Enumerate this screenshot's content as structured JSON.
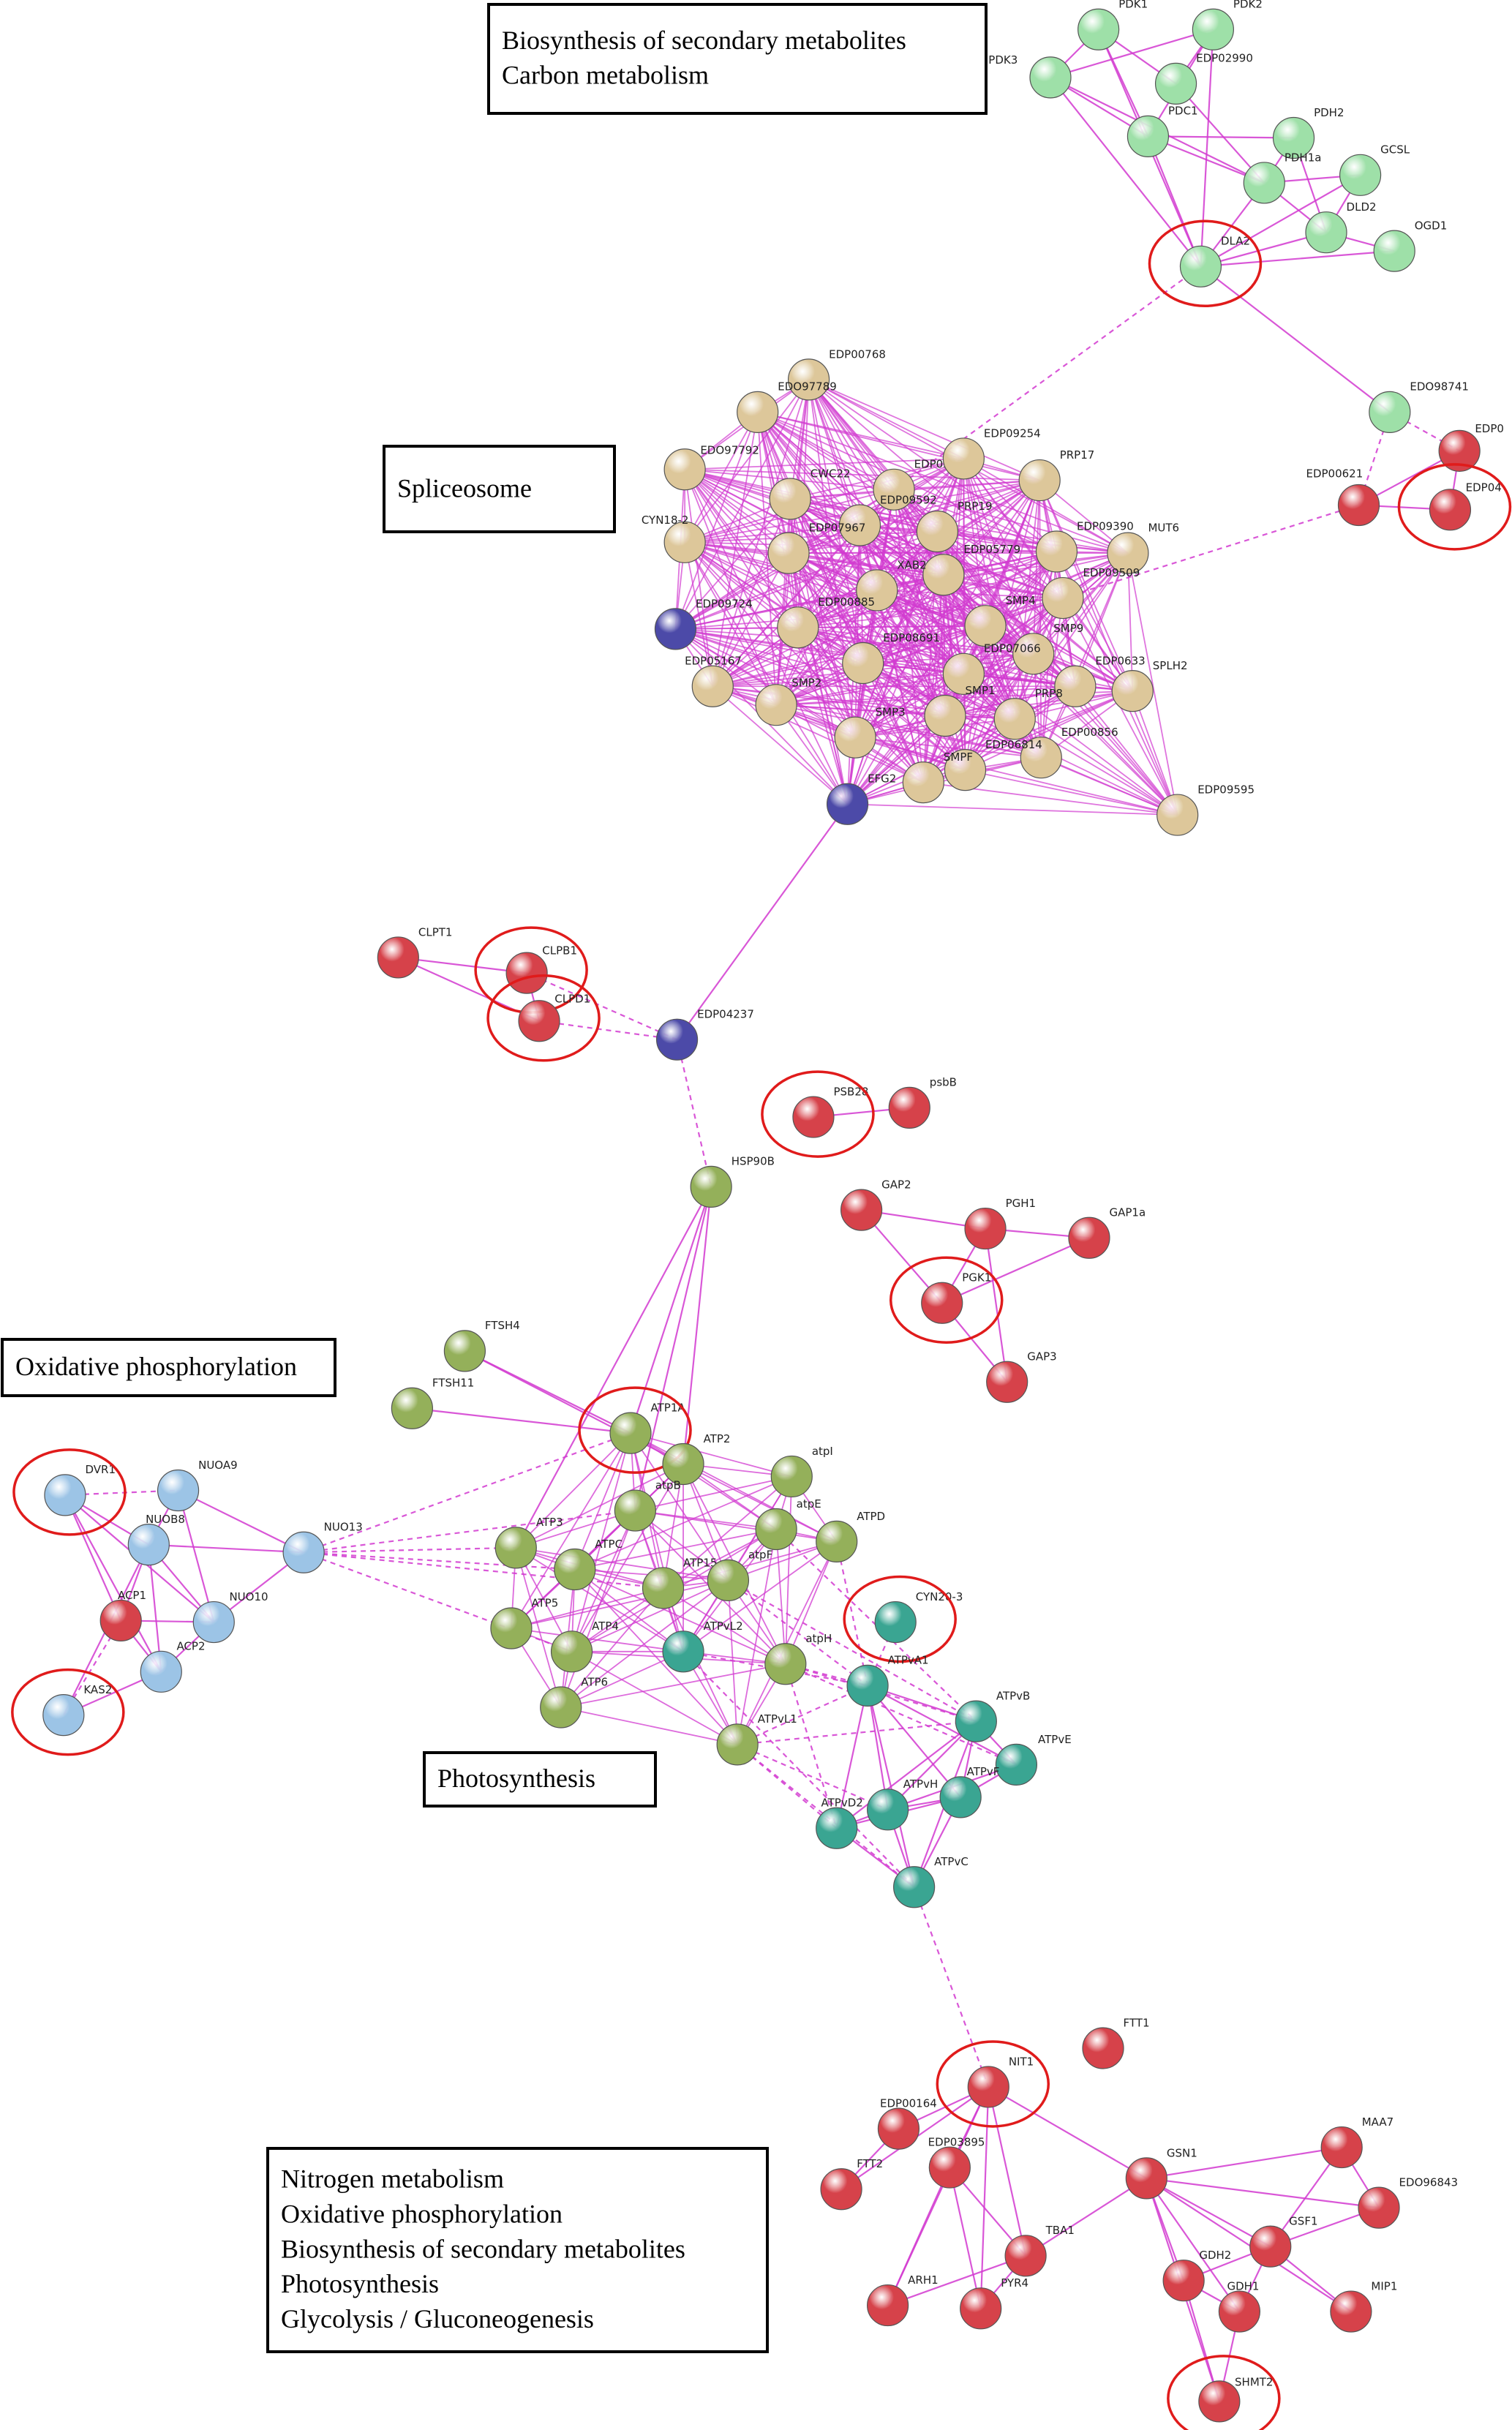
{
  "colors": {
    "edge": "#d23ad0",
    "highlight": "#e01b1b",
    "green": "#9ee0a8",
    "tan": "#ddc79a",
    "purple": "#4c4aa8",
    "red": "#d6424a",
    "olive": "#94b05a",
    "blue": "#9cc4e6",
    "teal": "#3aa592"
  },
  "boxes": [
    {
      "id": "b1",
      "lines": [
        "Biosynthesis of secondary metabolites",
        "Carbon metabolism"
      ]
    },
    {
      "id": "b2",
      "lines": [
        "Spliceosome"
      ]
    },
    {
      "id": "b3",
      "lines": [
        "Oxidative phosphorylation"
      ]
    },
    {
      "id": "b4",
      "lines": [
        "Photosynthesis"
      ]
    },
    {
      "id": "b5",
      "lines": [
        "Nitrogen metabolism",
        "Oxidative phosphorylation",
        "Biosynthesis of secondary metabolites",
        "Photosynthesis",
        "Glycolysis / Gluconeogenesis"
      ]
    }
  ],
  "nodes": [
    {
      "id": "PDK1",
      "label": "PDK1",
      "color": "green"
    },
    {
      "id": "PDK2",
      "label": "PDK2",
      "color": "green"
    },
    {
      "id": "PDK3",
      "label": "PDK3",
      "color": "green"
    },
    {
      "id": "EDP02990",
      "label": "EDP02990",
      "color": "green"
    },
    {
      "id": "PDC1",
      "label": "PDC1",
      "color": "green"
    },
    {
      "id": "PDH2",
      "label": "PDH2",
      "color": "green"
    },
    {
      "id": "PDH1a",
      "label": "PDH1a",
      "color": "green"
    },
    {
      "id": "GCSL",
      "label": "GCSL",
      "color": "green"
    },
    {
      "id": "DLD2",
      "label": "DLD2",
      "color": "green"
    },
    {
      "id": "OGD1",
      "label": "OGD1",
      "color": "green"
    },
    {
      "id": "DLA2",
      "label": "DLA2",
      "color": "green",
      "highlight": true
    },
    {
      "id": "EDO98741",
      "label": "EDO98741",
      "color": "green"
    },
    {
      "id": "EDP0",
      "label": "EDP0",
      "color": "red"
    },
    {
      "id": "EDP00621",
      "label": "EDP00621",
      "color": "red"
    },
    {
      "id": "EDP04",
      "label": "EDP04",
      "color": "red",
      "highlight": true
    },
    {
      "id": "EDP00768",
      "label": "EDP00768",
      "color": "tan"
    },
    {
      "id": "EDO97789",
      "label": "EDO97789",
      "color": "tan"
    },
    {
      "id": "EDO97792",
      "label": "EDO97792",
      "color": "tan"
    },
    {
      "id": "CWC22",
      "label": "CWC22",
      "color": "tan"
    },
    {
      "id": "EDP03322",
      "label": "EDP03322",
      "color": "tan"
    },
    {
      "id": "EDP09254",
      "label": "EDP09254",
      "color": "tan"
    },
    {
      "id": "PRP17",
      "label": "PRP17",
      "color": "tan"
    },
    {
      "id": "EDP09592",
      "label": "EDP09592",
      "color": "tan"
    },
    {
      "id": "PRP19",
      "label": "PRP19",
      "color": "tan"
    },
    {
      "id": "EDP07967",
      "label": "EDP07967",
      "color": "tan"
    },
    {
      "id": "CYN18-2",
      "label": "CYN18-2",
      "color": "tan"
    },
    {
      "id": "EDP09390",
      "label": "EDP09390",
      "color": "tan"
    },
    {
      "id": "MUT6",
      "label": "MUT6",
      "color": "tan"
    },
    {
      "id": "EDP05779",
      "label": "EDP05779",
      "color": "tan"
    },
    {
      "id": "XAB2",
      "label": "XAB2",
      "color": "tan"
    },
    {
      "id": "EDP09509",
      "label": "EDP09509",
      "color": "tan"
    },
    {
      "id": "EDP09724",
      "label": "EDP09724",
      "color": "purple"
    },
    {
      "id": "EDP00885",
      "label": "EDP00885",
      "color": "tan"
    },
    {
      "id": "SMP4",
      "label": "SMP4",
      "color": "tan"
    },
    {
      "id": "EDP08691",
      "label": "EDP08691",
      "color": "tan"
    },
    {
      "id": "SMP9",
      "label": "SMP9",
      "color": "tan"
    },
    {
      "id": "EDP05167",
      "label": "EDP05167",
      "color": "tan"
    },
    {
      "id": "EDP07066",
      "label": "EDP07066",
      "color": "tan"
    },
    {
      "id": "EDP0633",
      "label": "EDP0633",
      "color": "tan"
    },
    {
      "id": "SMP2",
      "label": "SMP2",
      "color": "tan"
    },
    {
      "id": "SPLH2",
      "label": "SPLH2",
      "color": "tan"
    },
    {
      "id": "SMP1",
      "label": "SMP1",
      "color": "tan"
    },
    {
      "id": "PRP8",
      "label": "PRP8",
      "color": "tan"
    },
    {
      "id": "SMP3",
      "label": "SMP3",
      "color": "tan"
    },
    {
      "id": "EDP00856",
      "label": "EDP00856",
      "color": "tan"
    },
    {
      "id": "EDP06814",
      "label": "EDP06814",
      "color": "tan"
    },
    {
      "id": "SMPF",
      "label": "SMPF",
      "color": "tan"
    },
    {
      "id": "EFG2",
      "label": "EFG2",
      "color": "purple"
    },
    {
      "id": "EDP09595",
      "label": "EDP09595",
      "color": "tan"
    },
    {
      "id": "CLPT1",
      "label": "CLPT1",
      "color": "red"
    },
    {
      "id": "CLPB1",
      "label": "CLPB1",
      "color": "red",
      "highlight": true
    },
    {
      "id": "CLPD1",
      "label": "CLPD1",
      "color": "red",
      "highlight": true
    },
    {
      "id": "EDP04237",
      "label": "EDP04237",
      "color": "purple"
    },
    {
      "id": "PSB28",
      "label": "PSB28",
      "color": "red",
      "highlight": true
    },
    {
      "id": "psbB",
      "label": "psbB",
      "color": "red"
    },
    {
      "id": "HSP90B",
      "label": "HSP90B",
      "color": "olive"
    },
    {
      "id": "GAP2",
      "label": "GAP2",
      "color": "red"
    },
    {
      "id": "PGH1",
      "label": "PGH1",
      "color": "red"
    },
    {
      "id": "GAP1a",
      "label": "GAP1a",
      "color": "red"
    },
    {
      "id": "PGK1",
      "label": "PGK1",
      "color": "red",
      "highlight": true
    },
    {
      "id": "GAP3",
      "label": "GAP3",
      "color": "red"
    },
    {
      "id": "FTSH4",
      "label": "FTSH4",
      "color": "olive"
    },
    {
      "id": "FTSH11",
      "label": "FTSH11",
      "color": "olive"
    },
    {
      "id": "ATP1A",
      "label": "ATP1A",
      "color": "olive",
      "highlight": true
    },
    {
      "id": "ATP2",
      "label": "ATP2",
      "color": "olive"
    },
    {
      "id": "atpI",
      "label": "atpI",
      "color": "olive"
    },
    {
      "id": "atpB",
      "label": "atpB",
      "color": "olive"
    },
    {
      "id": "atpE",
      "label": "atpE",
      "color": "olive"
    },
    {
      "id": "ATPD",
      "label": "ATPD",
      "color": "olive"
    },
    {
      "id": "ATP3",
      "label": "ATP3",
      "color": "olive"
    },
    {
      "id": "ATPC",
      "label": "ATPC",
      "color": "olive"
    },
    {
      "id": "ATP15",
      "label": "ATP15",
      "color": "olive"
    },
    {
      "id": "atpF",
      "label": "atpF",
      "color": "olive"
    },
    {
      "id": "ATP5",
      "label": "ATP5",
      "color": "olive"
    },
    {
      "id": "ATP4",
      "label": "ATP4",
      "color": "olive"
    },
    {
      "id": "ATPvL2",
      "label": "ATPvL2",
      "color": "teal"
    },
    {
      "id": "atpH",
      "label": "atpH",
      "color": "olive"
    },
    {
      "id": "ATP6",
      "label": "ATP6",
      "color": "olive"
    },
    {
      "id": "ATPvL1",
      "label": "ATPvL1",
      "color": "olive"
    },
    {
      "id": "DVR1",
      "label": "DVR1",
      "color": "blue",
      "highlight": true
    },
    {
      "id": "NUOA9",
      "label": "NUOA9",
      "color": "blue"
    },
    {
      "id": "NUOB8",
      "label": "NUOB8",
      "color": "blue"
    },
    {
      "id": "NUO13",
      "label": "NUO13",
      "color": "blue"
    },
    {
      "id": "ACP1",
      "label": "ACP1",
      "color": "red"
    },
    {
      "id": "NUO10",
      "label": "NUO10",
      "color": "blue"
    },
    {
      "id": "ACP2",
      "label": "ACP2",
      "color": "blue"
    },
    {
      "id": "KAS2",
      "label": "KAS2",
      "color": "blue",
      "highlight": true
    },
    {
      "id": "CYN20-3",
      "label": "CYN20-3",
      "color": "teal",
      "highlight": true
    },
    {
      "id": "ATPvA1",
      "label": "ATPvA1",
      "color": "teal"
    },
    {
      "id": "ATPvB",
      "label": "ATPvB",
      "color": "teal"
    },
    {
      "id": "ATPvE",
      "label": "ATPvE",
      "color": "teal"
    },
    {
      "id": "ATPvF",
      "label": "ATPvF",
      "color": "teal"
    },
    {
      "id": "ATPvH",
      "label": "ATPvH",
      "color": "teal"
    },
    {
      "id": "ATPvD2",
      "label": "ATPvD2",
      "color": "teal"
    },
    {
      "id": "ATPvC",
      "label": "ATPvC",
      "color": "teal"
    },
    {
      "id": "FTT1",
      "label": "FTT1",
      "color": "red"
    },
    {
      "id": "NIT1",
      "label": "NIT1",
      "color": "red",
      "highlight": true
    },
    {
      "id": "EDP00164",
      "label": "EDP00164",
      "color": "red"
    },
    {
      "id": "FTT2",
      "label": "FTT2",
      "color": "red"
    },
    {
      "id": "EDP03895",
      "label": "EDP03895",
      "color": "red"
    },
    {
      "id": "GSN1",
      "label": "GSN1",
      "color": "red"
    },
    {
      "id": "MAA7",
      "label": "MAA7",
      "color": "red"
    },
    {
      "id": "EDO96843",
      "label": "EDO96843",
      "color": "red"
    },
    {
      "id": "GSF1",
      "label": "GSF1",
      "color": "red"
    },
    {
      "id": "TBA1",
      "label": "TBA1",
      "color": "red"
    },
    {
      "id": "ARH1",
      "label": "ARH1",
      "color": "red"
    },
    {
      "id": "PYR4",
      "label": "PYR4",
      "color": "red"
    },
    {
      "id": "GDH2",
      "label": "GDH2",
      "color": "red"
    },
    {
      "id": "GDH1",
      "label": "GDH1",
      "color": "red"
    },
    {
      "id": "MIP1",
      "label": "MIP1",
      "color": "red"
    },
    {
      "id": "SHMT2",
      "label": "SHMT2",
      "color": "red",
      "highlight": true
    }
  ],
  "edges": [
    [
      "PDK1",
      "PDK3"
    ],
    [
      "PDK1",
      "PDC1"
    ],
    [
      "PDK1",
      "EDP02990"
    ],
    [
      "PDK2",
      "EDP02990"
    ],
    [
      "PDK2",
      "PDC1"
    ],
    [
      "PDK2",
      "PDK3"
    ],
    [
      "PDK3",
      "PDC1"
    ],
    [
      "PDK3",
      "DLA2"
    ],
    [
      "PDK3",
      "PDH1a"
    ],
    [
      "PDC1",
      "PDH1a"
    ],
    [
      "PDC1",
      "PDH2"
    ],
    [
      "PDC1",
      "DLA2"
    ],
    [
      "EDP02990",
      "PDH1a"
    ],
    [
      "PDH2",
      "PDH1a"
    ],
    [
      "PDH2",
      "DLD2"
    ],
    [
      "PDH1a",
      "DLA2"
    ],
    [
      "PDH1a",
      "DLD2"
    ],
    [
      "PDH1a",
      "GCSL"
    ],
    [
      "GCSL",
      "DLD2"
    ],
    [
      "GCSL",
      "DLA2"
    ],
    [
      "DLD2",
      "OGD1"
    ],
    [
      "DLD2",
      "DLA2"
    ],
    [
      "OGD1",
      "DLA2"
    ],
    [
      "PDK1",
      "DLA2"
    ],
    [
      "PDK2",
      "DLA2"
    ],
    [
      "DLA2",
      "EDO98741"
    ],
    [
      "EDO98741",
      "EDP00621",
      "d"
    ],
    [
      "EDO98741",
      "EDP0",
      "d"
    ],
    [
      "EDP0",
      "EDP00621"
    ],
    [
      "EDP0",
      "EDP04"
    ],
    [
      "EDP00621",
      "EDP04"
    ],
    [
      "EDP09509",
      "EDP00621",
      "d"
    ],
    [
      "EDP03322",
      "DLA2",
      "d"
    ],
    [
      "EDP04237",
      "EFG2"
    ],
    [
      "EDP04237",
      "CLPD1",
      "d"
    ],
    [
      "EDP04237",
      "CLPB1",
      "d"
    ],
    [
      "CLPT1",
      "CLPB1"
    ],
    [
      "CLPT1",
      "CLPD1"
    ],
    [
      "CLPB1",
      "CLPD1"
    ],
    [
      "EDP04237",
      "HSP90B",
      "d"
    ],
    [
      "GAP2",
      "PGH1"
    ],
    [
      "GAP2",
      "PGK1"
    ],
    [
      "PGH1",
      "GAP1a"
    ],
    [
      "PGH1",
      "PGK1"
    ],
    [
      "PGK1",
      "GAP1a"
    ],
    [
      "PGK1",
      "GAP3"
    ],
    [
      "PGH1",
      "GAP3"
    ],
    [
      "PSB28",
      "psbB"
    ],
    [
      "HSP90B",
      "ATP1A"
    ],
    [
      "HSP90B",
      "ATP2"
    ],
    [
      "HSP90B",
      "atpB"
    ],
    [
      "HSP90B",
      "ATP3"
    ],
    [
      "FTSH4",
      "ATP1A"
    ],
    [
      "FTSH4",
      "ATP2"
    ],
    [
      "FTSH11",
      "ATP1A"
    ],
    [
      "DVR1",
      "NUOA9",
      "d"
    ],
    [
      "DVR1",
      "NUOB8"
    ],
    [
      "DVR1",
      "ACP1"
    ],
    [
      "DVR1",
      "NUO10"
    ],
    [
      "DVR1",
      "ACP2"
    ],
    [
      "NUOA9",
      "NUOB8"
    ],
    [
      "NUOA9",
      "NUO13"
    ],
    [
      "NUOA9",
      "NUO10"
    ],
    [
      "NUOB8",
      "NUO13"
    ],
    [
      "NUOB8",
      "ACP1"
    ],
    [
      "NUOB8",
      "NUO10"
    ],
    [
      "NUOB8",
      "ACP2"
    ],
    [
      "NUOB8",
      "KAS2"
    ],
    [
      "NUO13",
      "NUO10"
    ],
    [
      "ACP1",
      "ACP2"
    ],
    [
      "ACP1",
      "KAS2",
      "d"
    ],
    [
      "NUO10",
      "ACP2"
    ],
    [
      "ACP2",
      "KAS2"
    ],
    [
      "ACP1",
      "NUO10"
    ],
    [
      "NUO13",
      "ATP3",
      "d"
    ],
    [
      "NUO13",
      "ATPC",
      "d"
    ],
    [
      "NUO13",
      "ATP15",
      "d"
    ],
    [
      "NUO13",
      "ATP1A",
      "d"
    ],
    [
      "NUO13",
      "ATP4",
      "d"
    ],
    [
      "NUO13",
      "atpB",
      "d"
    ],
    [
      "ATPvL1",
      "ATPvA1",
      "d"
    ],
    [
      "ATPvL1",
      "ATPvB",
      "d"
    ],
    [
      "ATPvL1",
      "ATPvD2",
      "d"
    ],
    [
      "ATPvL1",
      "ATPvC",
      "d"
    ],
    [
      "ATPvL1",
      "ATPvH",
      "d"
    ],
    [
      "atpH",
      "ATPvA1",
      "d"
    ],
    [
      "atpH",
      "ATPvB",
      "d"
    ],
    [
      "atpH",
      "ATPvD2",
      "d"
    ],
    [
      "atpH",
      "ATPvE",
      "d"
    ],
    [
      "ATPvL2",
      "ATPvA1",
      "d"
    ],
    [
      "ATPvL2",
      "ATPvC",
      "d"
    ],
    [
      "atpF",
      "ATPvA1",
      "d"
    ],
    [
      "atpF",
      "ATPvB",
      "d"
    ],
    [
      "ATPD",
      "ATPvA1",
      "d"
    ],
    [
      "atpE",
      "ATPvB",
      "d"
    ],
    [
      "ATPvA1",
      "ATPvB"
    ],
    [
      "ATPvA1",
      "ATPvE"
    ],
    [
      "ATPvA1",
      "ATPvF"
    ],
    [
      "ATPvA1",
      "ATPvH"
    ],
    [
      "ATPvA1",
      "ATPvD2"
    ],
    [
      "ATPvA1",
      "ATPvC"
    ],
    [
      "ATPvA1",
      "CYN20-3",
      "d"
    ],
    [
      "ATPvB",
      "ATPvE"
    ],
    [
      "ATPvB",
      "ATPvF"
    ],
    [
      "ATPvB",
      "ATPvH"
    ],
    [
      "ATPvB",
      "ATPvD2"
    ],
    [
      "ATPvB",
      "ATPvC"
    ],
    [
      "ATPvE",
      "ATPvF"
    ],
    [
      "ATPvE",
      "ATPvH"
    ],
    [
      "ATPvF",
      "ATPvH"
    ],
    [
      "ATPvF",
      "ATPvD2"
    ],
    [
      "ATPvF",
      "ATPvC"
    ],
    [
      "ATPvH",
      "ATPvD2"
    ],
    [
      "ATPvH",
      "ATPvC"
    ],
    [
      "ATPvD2",
      "ATPvC"
    ],
    [
      "ATPvC",
      "NIT1",
      "d"
    ],
    [
      "NIT1",
      "EDP00164"
    ],
    [
      "NIT1",
      "EDP03895"
    ],
    [
      "NIT1",
      "GSN1"
    ],
    [
      "NIT1",
      "FTT2"
    ],
    [
      "NIT1",
      "TBA1"
    ],
    [
      "NIT1",
      "PYR4"
    ],
    [
      "NIT1",
      "ARH1"
    ],
    [
      "EDP00164",
      "FTT2"
    ],
    [
      "EDP03895",
      "ARH1"
    ],
    [
      "EDP03895",
      "PYR4"
    ],
    [
      "EDP03895",
      "TBA1"
    ],
    [
      "TBA1",
      "PYR4"
    ],
    [
      "TBA1",
      "ARH1"
    ],
    [
      "TBA1",
      "GSN1"
    ],
    [
      "GSN1",
      "MAA7"
    ],
    [
      "GSN1",
      "GSF1"
    ],
    [
      "GSN1",
      "GDH2"
    ],
    [
      "GSN1",
      "GDH1"
    ],
    [
      "GSN1",
      "MIP1"
    ],
    [
      "GSN1",
      "EDO96843"
    ],
    [
      "GSN1",
      "SHMT2"
    ],
    [
      "MAA7",
      "GSF1"
    ],
    [
      "MAA7",
      "EDO96843"
    ],
    [
      "EDO96843",
      "GSF1"
    ],
    [
      "GSF1",
      "GDH2"
    ],
    [
      "GSF1",
      "GDH1"
    ],
    [
      "GSF1",
      "MIP1"
    ],
    [
      "GDH2",
      "GDH1"
    ],
    [
      "GDH2",
      "SHMT2"
    ],
    [
      "GDH1",
      "SHMT2"
    ]
  ]
}
